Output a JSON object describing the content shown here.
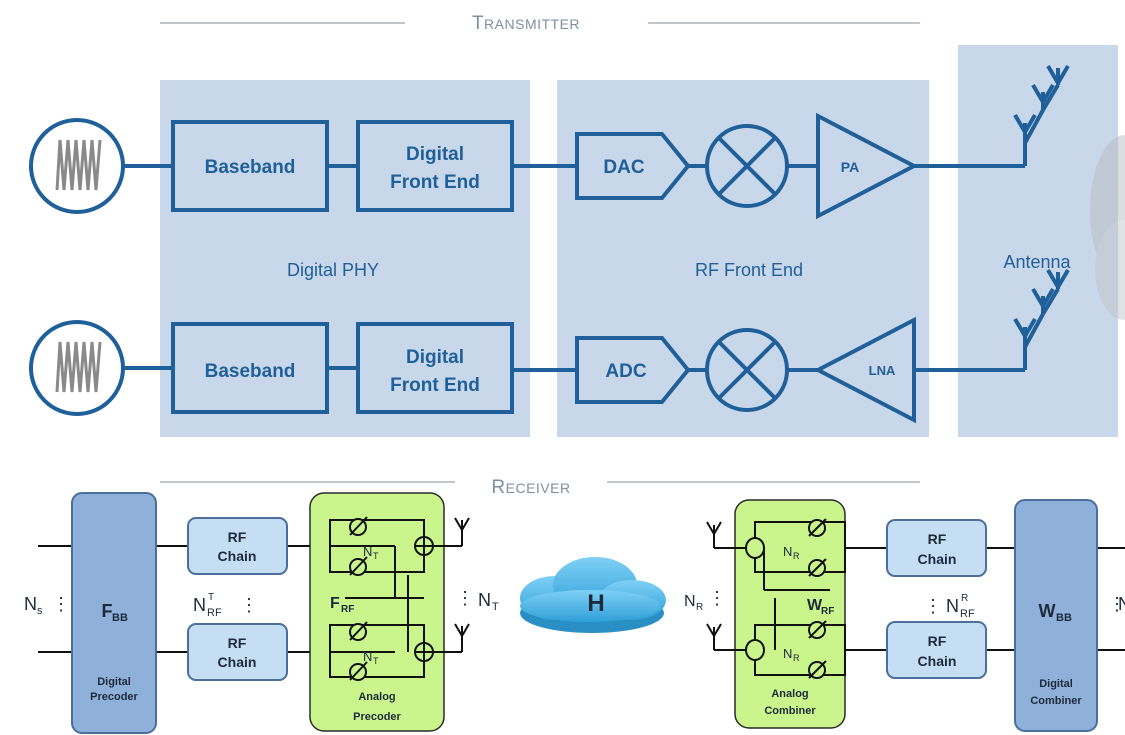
{
  "headers": {
    "transmitter": "Transmitter",
    "receiver": "Receiver"
  },
  "regions": {
    "digital_phy": "Digital PHY",
    "rf_front_end": "RF Front End",
    "antenna": "Antenna"
  },
  "tx_chain": {
    "baseband": "Baseband",
    "dfe_line1": "Digital",
    "dfe_line2": "Front End",
    "dac": "DAC",
    "pa": "PA"
  },
  "rx_chain": {
    "baseband": "Baseband",
    "dfe_line1": "Digital",
    "dfe_line2": "Front End",
    "adc": "ADC",
    "lna": "LNA"
  },
  "hybrid": {
    "ns": "N",
    "ns_sub": "s",
    "fbb": "F",
    "fbb_sub": "BB",
    "digital_precoder_1": "Digital",
    "digital_precoder_2": "Precoder",
    "rf_chain_1": "RF",
    "rf_chain_2": "Chain",
    "nrf": "N",
    "nrf_sup_t": "T",
    "nrf_sub": "RF",
    "frf": "F",
    "frf_sub": "RF",
    "nt": "N",
    "nt_sub": "T",
    "analog_precoder_1": "Analog",
    "analog_precoder_2": "Precoder",
    "channel": "H",
    "nr": "N",
    "nr_sub": "R",
    "wrf": "W",
    "wrf_sub": "RF",
    "nrf_sup_r": "R",
    "analog_combiner_1": "Analog",
    "analog_combiner_2": "Combiner",
    "wbb": "W",
    "wbb_sub": "BB",
    "digital_combiner_1": "Digital",
    "digital_combiner_2": "Combiner"
  },
  "colors": {
    "panel": "#c9d7ea",
    "block_stroke": "#1f5f9a",
    "digital_block": "#8fb0d9",
    "rf_chain_block": "#c6def4",
    "analog_block": "#c9f58c",
    "cloud": "#4ab3e6"
  }
}
